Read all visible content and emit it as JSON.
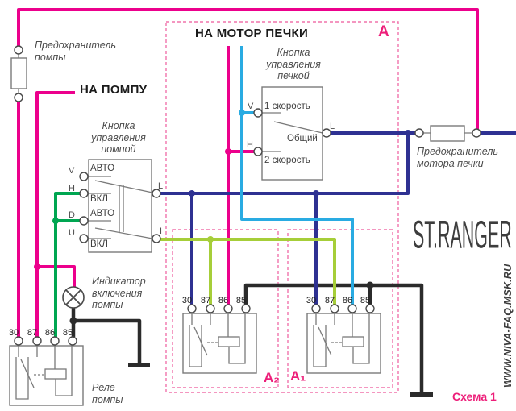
{
  "top_left": {
    "pump_fuse_label": "Предохранитель\nпомпы",
    "to_pump": "НА ПОМПУ"
  },
  "pump_switch": {
    "title": "Кнопка\nуправления\nпомпой",
    "terminals": {
      "v": "V",
      "h": "H",
      "d": "D",
      "u": "U",
      "l": "L",
      "i": "I"
    },
    "modes": {
      "auto1": "АВТО",
      "on1": "ВКЛ",
      "auto2": "АВТО",
      "on2": "ВКЛ"
    }
  },
  "heater_zone": {
    "title": "НА МОТОР ПЕЧКИ",
    "badge": "А"
  },
  "heater_switch": {
    "title": "Кнопка\nуправления\nпечкой",
    "speed1": "1 скорость",
    "common": "Общий",
    "speed2": "2 скорость",
    "terminals": {
      "v": "V",
      "h": "H",
      "l": "L"
    }
  },
  "heater_fuse_label": "Предохранитель\nмотора печки",
  "indicator_label": "Индикатор\nвключения\nпомпы",
  "pump_relay_label": "Реле\nпомпы",
  "relay_pins": [
    "30",
    "87",
    "86",
    "85"
  ],
  "relay_a2_label": "А₂",
  "relay_a1_label": "А₁",
  "watermark": {
    "logo": "ST.RANGER",
    "site": "WWW.NIVA-FAQ.MSK.RU"
  },
  "schema_label": "Схема 1",
  "colors": {
    "wire_pink": "#EC008C",
    "wire_navy": "#2E3192",
    "wire_cyan": "#29ABE2",
    "wire_green": "#00A651",
    "wire_yellow_green": "#A6CE39",
    "wire_black": "#2B2B2B",
    "dashed_zone": "#F173AC",
    "accent_pink": "#ED1E79",
    "component_outline": "#7a7a7a",
    "label_gray": "#4d4d4d"
  }
}
